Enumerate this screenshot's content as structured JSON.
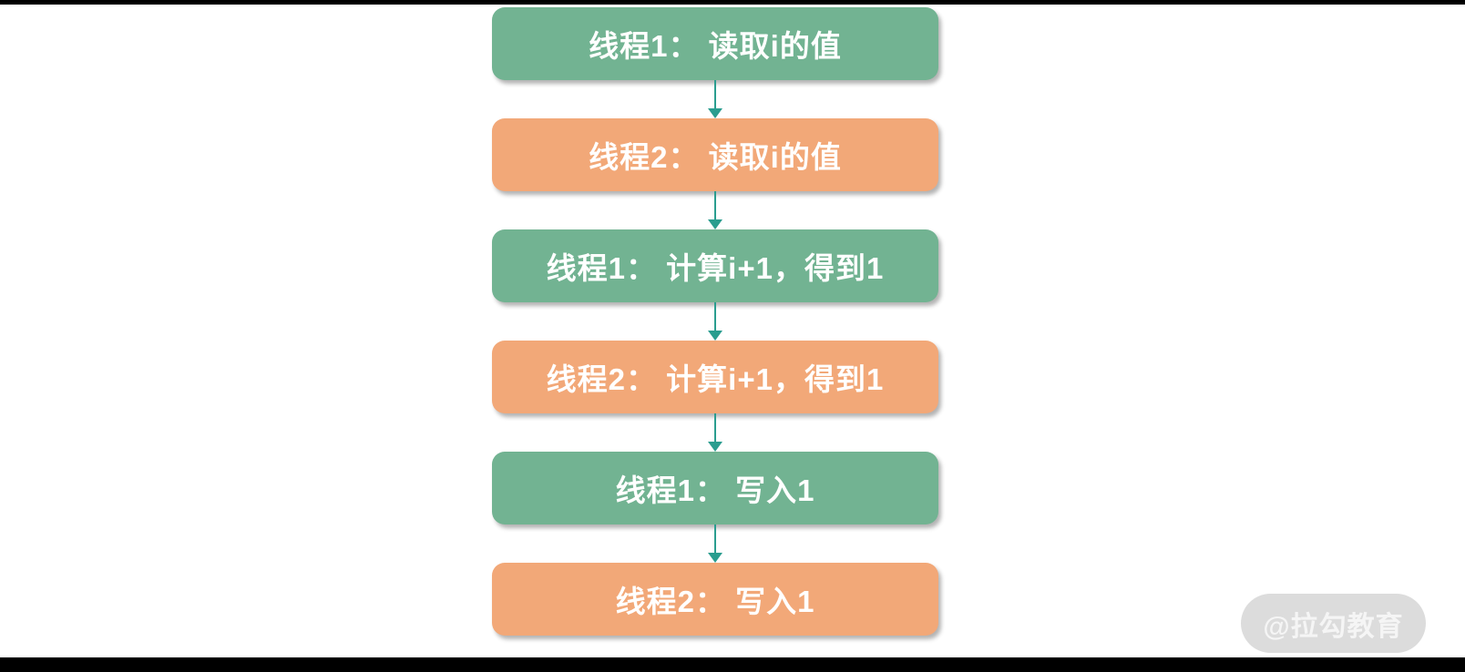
{
  "colors": {
    "thread1_green": "#72B392",
    "thread2_orange": "#F2A878",
    "arrow_teal": "#2A9D8F",
    "frame_black": "#000000",
    "background": "#FFFFFF",
    "watermark_pill": "#DCDCDC",
    "watermark_text": "#F5F5F5"
  },
  "flowchart": {
    "nodes": [
      {
        "label": "线程1： 读取i的值",
        "thread": "thread1",
        "color": "#72B392"
      },
      {
        "label": "线程2： 读取i的值",
        "thread": "thread2",
        "color": "#F2A878"
      },
      {
        "label": "线程1： 计算i+1，得到1",
        "thread": "thread1",
        "color": "#72B392"
      },
      {
        "label": "线程2： 计算i+1，得到1",
        "thread": "thread2",
        "color": "#F2A878"
      },
      {
        "label": "线程1： 写入1",
        "thread": "thread1",
        "color": "#72B392"
      },
      {
        "label": "线程2： 写入1",
        "thread": "thread2",
        "color": "#F2A878"
      }
    ]
  },
  "watermark": {
    "text": "@拉勾教育"
  }
}
